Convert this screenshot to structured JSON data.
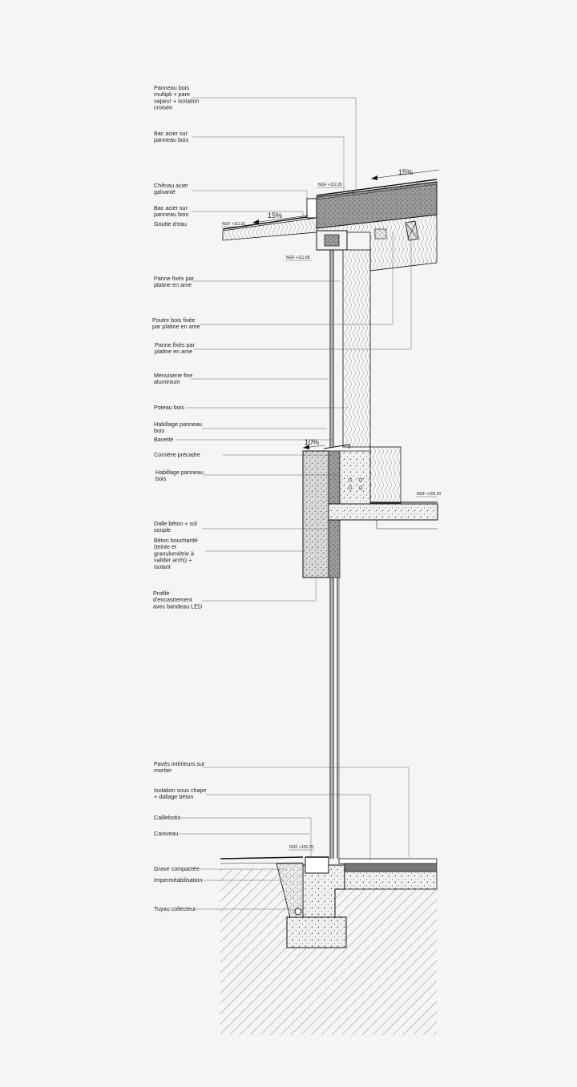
{
  "labels": {
    "panneau_bois_multipli": [
      "Panneau bois",
      "multipli + pare",
      "vapeur + isolation",
      "croisée"
    ],
    "bac_acier_1": [
      "Bac acier sur",
      "panneau bois"
    ],
    "chenau": [
      "Chênau acier",
      "galvanié"
    ],
    "bac_acier_2": [
      "Bac acier sur",
      "panneau bois"
    ],
    "goutte": [
      "Goutte d'eau"
    ],
    "panne_1": [
      "Panne fixés par",
      "platine en ame"
    ],
    "poutre": [
      "Poutre bois fixée",
      "par platine en ame"
    ],
    "panne_2": [
      "Panne fixés par",
      "platine en ame"
    ],
    "menuiserie": [
      "Menuiserie fixe",
      "aluminium"
    ],
    "poteau": [
      "Poteau bois"
    ],
    "habillage_1": [
      "Habillage panneau",
      "bois"
    ],
    "bavette": [
      "Bavette"
    ],
    "corniere": [
      "Cornière précadre"
    ],
    "habillage_2": [
      "Habillage panneau",
      "bois"
    ],
    "dalle": [
      "Dalle béton + sol",
      "souple"
    ],
    "beton": [
      "Béton bouchardé",
      "(teinte et",
      "granulométrie à",
      "valider archi) +",
      "isolant"
    ],
    "profile": [
      "Profilé",
      "d'encastrement",
      "avec bandeau LED"
    ],
    "paves": [
      "Pavés intérieurs sur",
      "mortier"
    ],
    "isolation": [
      "Isolation sous chape",
      "+ dallage béton"
    ],
    "caillebotis": [
      "Caillebotis"
    ],
    "caniveau": [
      "Caniveau"
    ],
    "grave": [
      "Grave compactée"
    ],
    "impermeabilisation": [
      "Imperméabilisation"
    ],
    "tuyau": [
      "Tuyau collecteur"
    ]
  },
  "levels": {
    "ngf_112_26": "NGF +112.26",
    "ngf_111_91": "NGF +111.91",
    "ngf_111_68": "NGF +111.68",
    "ngf_109_20": "NGF +109.20",
    "ngf_105_70": "NGF +105.70"
  },
  "slopes": {
    "roof_main": "15%",
    "roof_overhang": "15%",
    "bavette": "10%"
  },
  "colors": {
    "background": "#f5f5f5",
    "line": "#111111",
    "concrete_fill": "#d9d9d9",
    "leader": "#555555"
  }
}
